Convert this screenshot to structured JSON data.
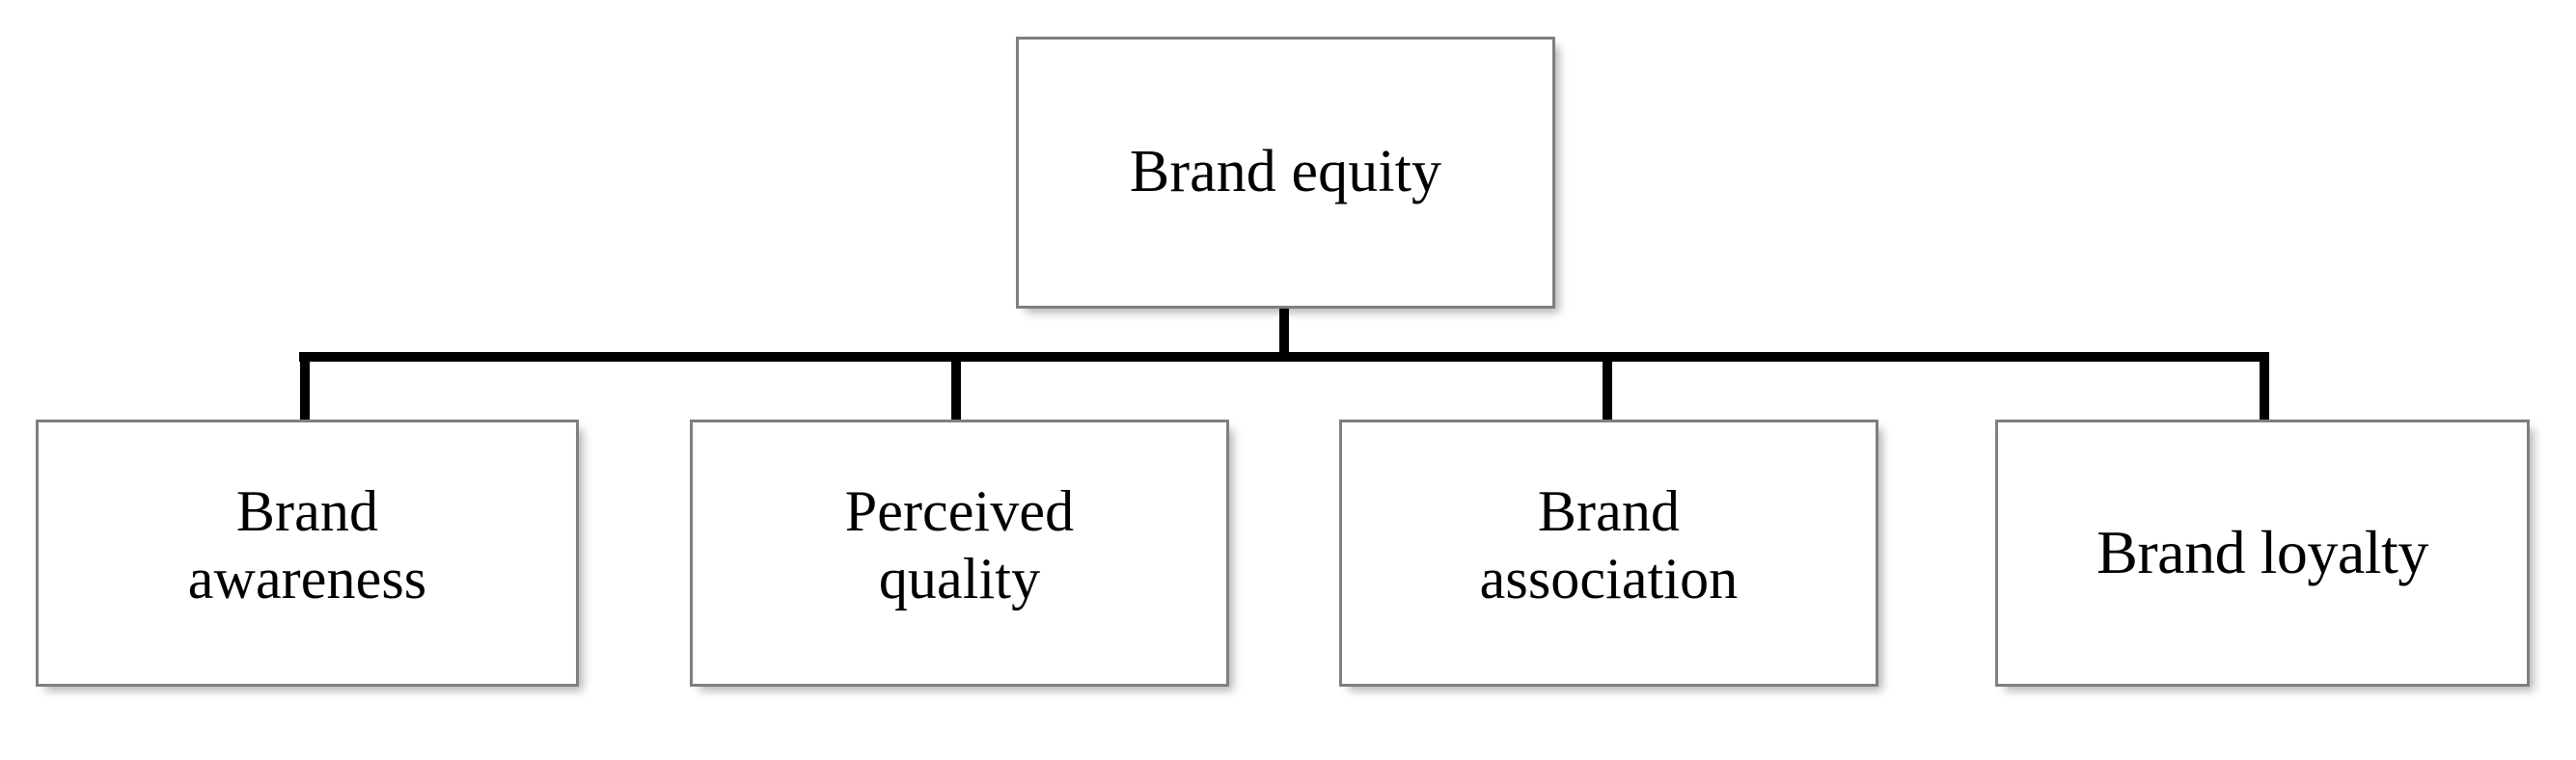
{
  "diagram": {
    "type": "hierarchy-tree",
    "orientation": "top-down",
    "background_color": "#ffffff",
    "box_fill_color": "#ffffff",
    "box_border_color": "#7f7f7f",
    "connector_color": "#000000",
    "text_color": "#000000",
    "root": {
      "id": "root",
      "label": "Brand equity"
    },
    "children": [
      {
        "id": "awareness",
        "label": "Brand\nawareness"
      },
      {
        "id": "quality",
        "label": "Perceived\nquality"
      },
      {
        "id": "association",
        "label": "Brand\nassociation"
      },
      {
        "id": "loyalty",
        "label": "Brand loyalty"
      }
    ]
  }
}
